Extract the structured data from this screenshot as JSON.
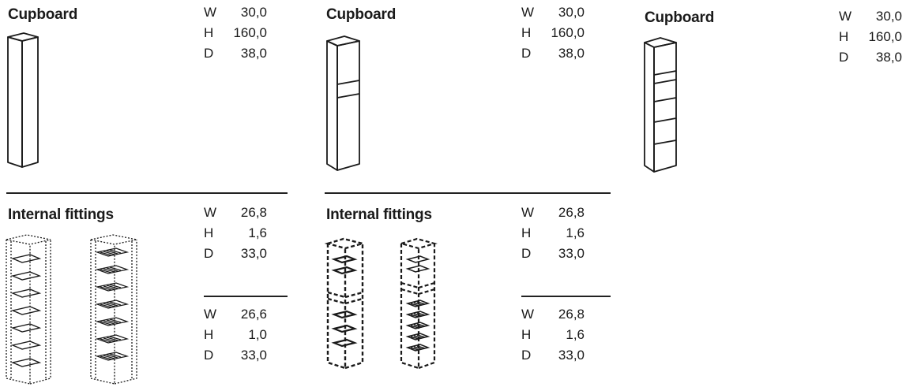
{
  "sections": {
    "cupboard_1": {
      "title": "Cupboard",
      "dims": [
        {
          "label": "W",
          "value": "30,0"
        },
        {
          "label": "H",
          "value": "160,0"
        },
        {
          "label": "D",
          "value": "38,0"
        }
      ]
    },
    "cupboard_2": {
      "title": "Cupboard",
      "dims": [
        {
          "label": "W",
          "value": "30,0"
        },
        {
          "label": "H",
          "value": "160,0"
        },
        {
          "label": "D",
          "value": "38,0"
        }
      ]
    },
    "cupboard_3": {
      "title": "Cupboard",
      "dims": [
        {
          "label": "W",
          "value": "30,0"
        },
        {
          "label": "H",
          "value": "160,0"
        },
        {
          "label": "D",
          "value": "38,0"
        }
      ]
    },
    "fittings_1": {
      "title": "Internal fittings",
      "dims_a": [
        {
          "label": "W",
          "value": "26,8"
        },
        {
          "label": "H",
          "value": "1,6"
        },
        {
          "label": "D",
          "value": "33,0"
        }
      ],
      "dims_b": [
        {
          "label": "W",
          "value": "26,6"
        },
        {
          "label": "H",
          "value": "1,0"
        },
        {
          "label": "D",
          "value": "33,0"
        }
      ]
    },
    "fittings_2": {
      "title": "Internal fittings",
      "dims_a": [
        {
          "label": "W",
          "value": "26,8"
        },
        {
          "label": "H",
          "value": "1,6"
        },
        {
          "label": "D",
          "value": "33,0"
        }
      ],
      "dims_b": [
        {
          "label": "W",
          "value": "26,8"
        },
        {
          "label": "H",
          "value": "1,6"
        },
        {
          "label": "D",
          "value": "33,0"
        }
      ]
    }
  }
}
